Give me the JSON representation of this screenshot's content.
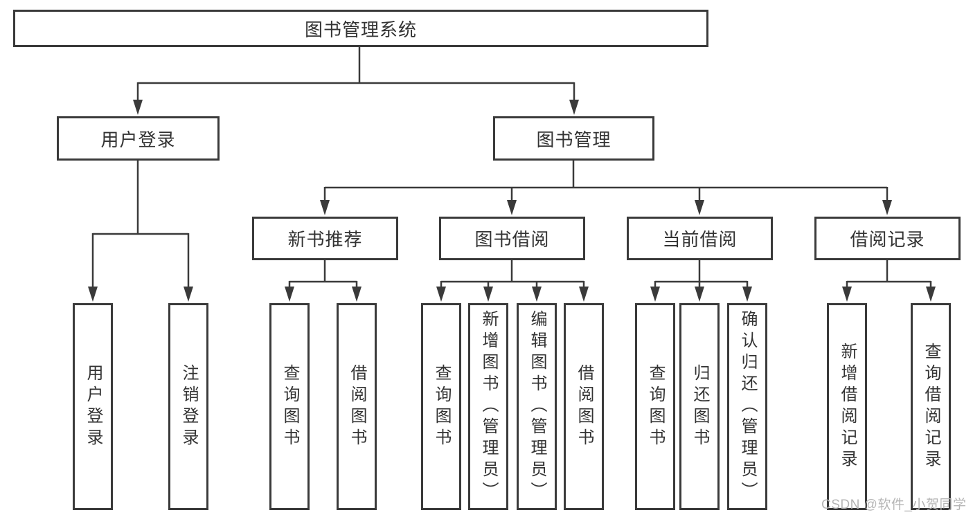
{
  "diagram": {
    "root": {
      "label": "图书管理系统"
    },
    "branches": [
      {
        "label": "用户登录",
        "children": [
          "用户登录",
          "注销登录"
        ]
      },
      {
        "label": "图书管理",
        "children": [
          {
            "label": "新书推荐",
            "children": [
              "查询图书",
              "借阅图书"
            ]
          },
          {
            "label": "图书借阅",
            "children": [
              "查询图书",
              "新增图书（管理员）",
              "编辑图书（管理员）",
              "借阅图书"
            ]
          },
          {
            "label": "当前借阅",
            "children": [
              "查询图书",
              "归还图书",
              "确认归还（管理员）"
            ]
          },
          {
            "label": "借阅记录",
            "children": [
              "新增借阅记录",
              "查询借阅记录"
            ]
          }
        ]
      }
    ],
    "watermark": "CSDN @软件_小贺同学",
    "colors": {
      "line": "#3a3a3a",
      "text": "#333333",
      "background": "#ffffff",
      "watermark": "#b5b5b5"
    }
  }
}
